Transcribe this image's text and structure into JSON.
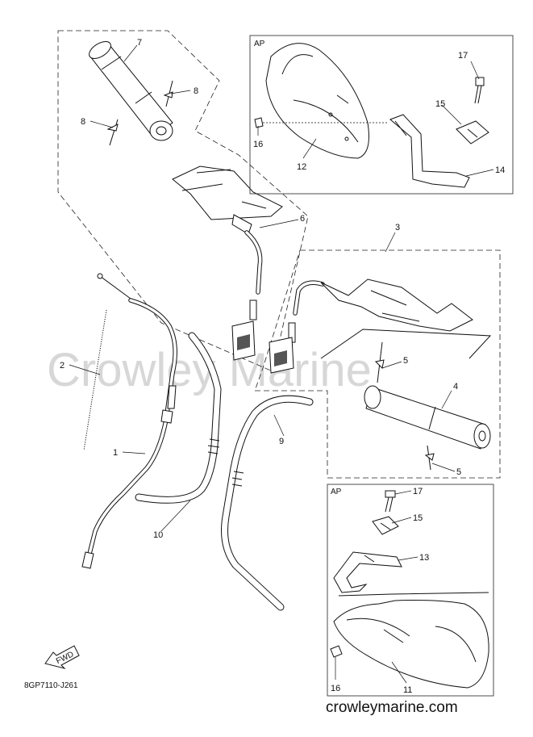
{
  "watermark": "Crowley Marine",
  "assembly_code": "8GP7110-J261",
  "site": "crowleymarine.com",
  "fwd_label": "FWD",
  "ap_label": "AP",
  "callouts": {
    "c1": "1",
    "c2": "2",
    "c3": "3",
    "c4": "4",
    "c5a": "5",
    "c5b": "5",
    "c6": "6",
    "c7": "7",
    "c8a": "8",
    "c8b": "8",
    "c9": "9",
    "c10": "10",
    "c11": "11",
    "c12": "12",
    "c13": "13",
    "c14": "14",
    "c15a": "15",
    "c15b": "15",
    "c16a": "16",
    "c16b": "16",
    "c17a": "17",
    "c17b": "17"
  }
}
